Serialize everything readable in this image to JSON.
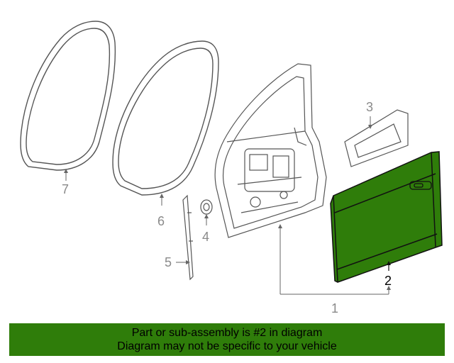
{
  "callouts": {
    "c1": "1",
    "c2": "2",
    "c3": "3",
    "c4": "4",
    "c5": "5",
    "c6": "6",
    "c7": "7"
  },
  "highlight_color": "#2f7d0a",
  "banner": {
    "line1": "Part or sub-assembly is #2 in diagram",
    "line2": "Diagram may not be specific to your vehicle"
  }
}
